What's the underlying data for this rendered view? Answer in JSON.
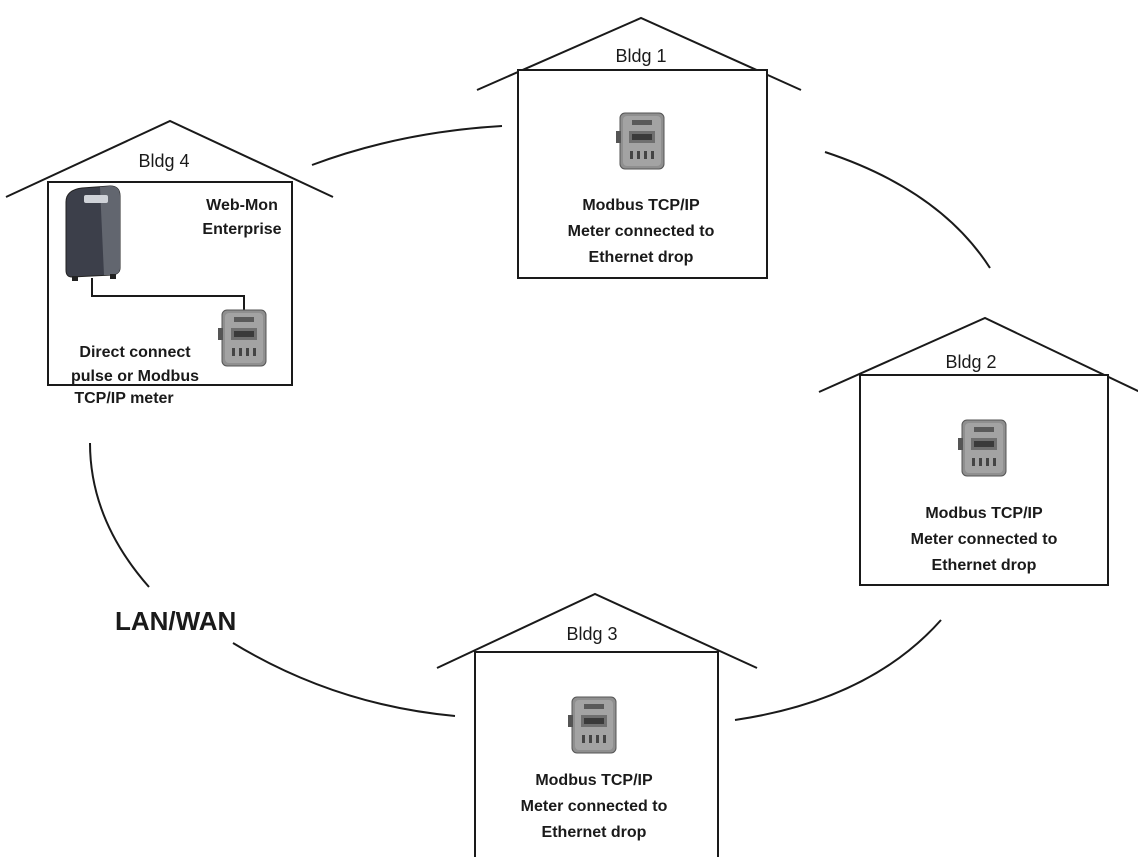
{
  "network_label": "LAN/WAN",
  "buildings": {
    "b1": {
      "name": "Bldg 1",
      "desc": [
        "Modbus TCP/IP",
        "Meter connected to",
        "Ethernet drop"
      ]
    },
    "b2": {
      "name": "Bldg 2",
      "desc": [
        "Modbus TCP/IP",
        "Meter connected to",
        "Ethernet drop"
      ]
    },
    "b3": {
      "name": "Bldg 3",
      "desc": [
        "Modbus TCP/IP",
        "Meter connected to",
        "Ethernet drop"
      ]
    },
    "b4": {
      "name": "Bldg 4",
      "device": [
        "Web-Mon",
        "Enterprise"
      ],
      "desc": [
        "Direct connect",
        "pulse or Modbus",
        "TCP/IP meter"
      ]
    }
  },
  "icons": {
    "meter": "meter-icon",
    "server": "web-mon-server-icon"
  },
  "colors": {
    "line": "#1a1a1a",
    "meter_body": "#8f8f8f",
    "server_body": "#3c3f4a"
  }
}
